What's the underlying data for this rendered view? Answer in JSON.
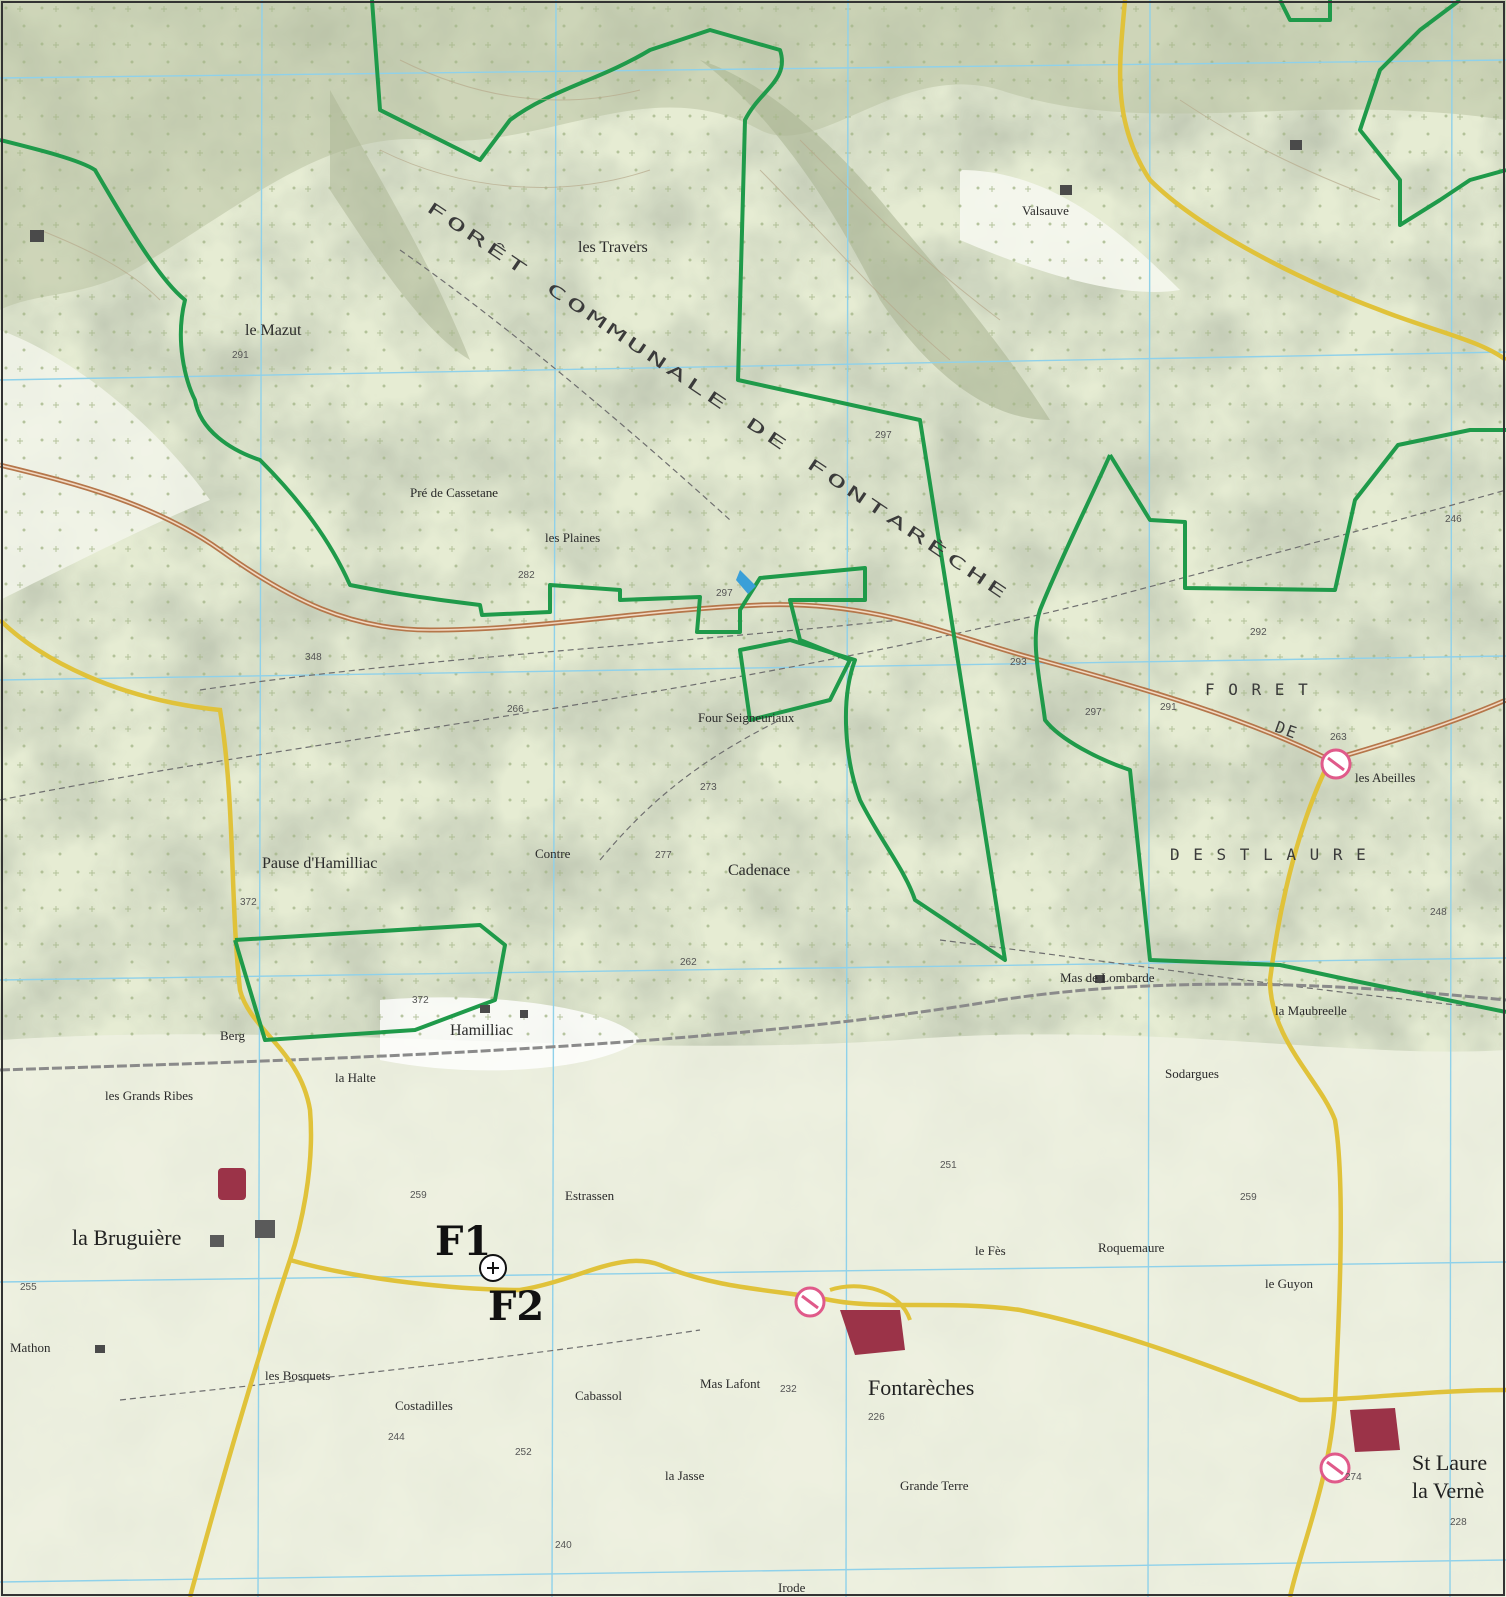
{
  "map": {
    "places": {
      "la_bruguiere": "la Bruguière",
      "fontareches": "Fontarèches",
      "st_laurent_1": "St Laure",
      "st_laurent_2": "la Vernè",
      "hamilliac": "Hamilliac",
      "le_mazut": "le Mazut",
      "les_travers": "les Travers",
      "pause_hamilliac": "Pause d'Hamilliac",
      "cadenace": "Cadenace",
      "contre": "Contre",
      "les_plaines": "les Plaines",
      "pre_de_cassetane": "Pré de Cassetane",
      "valsauve": "Valsauve",
      "les_grands_ribes": "les Grands Ribes",
      "sodargues": "Sodargues",
      "mas_de_lombarde": "Mas de Lombarde",
      "la_maubreelle": "la Maubreelle",
      "estrassen": "Estrassen",
      "mas_lafont": "Mas Lafont",
      "grande_terre": "Grande Terre",
      "les_bosquets": "les Bosquets",
      "mathon": "Mathon",
      "roquemaure": "Roquemaure",
      "le_guyon": "le Guyon",
      "les_abeilles": "les Abeilles",
      "four_seigneuriaux": "Four Seigneuriaux",
      "la_halte": "la Halte",
      "le_fes": "le Fès",
      "costadilles": "Costadilles",
      "cabassol": "Cabassol",
      "la_jasse": "la Jasse",
      "irode": "Irode",
      "bergerie": "Berg"
    },
    "forest_labels": {
      "foret_communale": "FORÊT COMMUNALE DE FONTARÈCHE",
      "foret": "F O R E T",
      "de": "DE",
      "st_laurent": "D E   S T   L A U R E"
    },
    "markers": {
      "f1": "F1",
      "f2": "F2"
    },
    "elevations": [
      "291",
      "297",
      "282",
      "348",
      "372",
      "372",
      "297",
      "277",
      "262",
      "251",
      "226",
      "228",
      "232",
      "240",
      "244",
      "252",
      "255",
      "259",
      "263",
      "266",
      "273",
      "259",
      "274",
      "291",
      "292",
      "293",
      "297",
      "246",
      "248"
    ],
    "colors": {
      "forest_boundary": "#1f9a4a",
      "main_road": "#b5764a",
      "yellow_road": "#e0c23a",
      "grid": "#8fd1ea",
      "terrain": "#dfe6cc",
      "relief": "#9aa48a",
      "village": "#9b3348"
    },
    "icons": {
      "village_marker": "village-symbol-icon",
      "road_sign": "road-sign-icon",
      "water": "water-icon",
      "point": "target-point-icon"
    }
  }
}
